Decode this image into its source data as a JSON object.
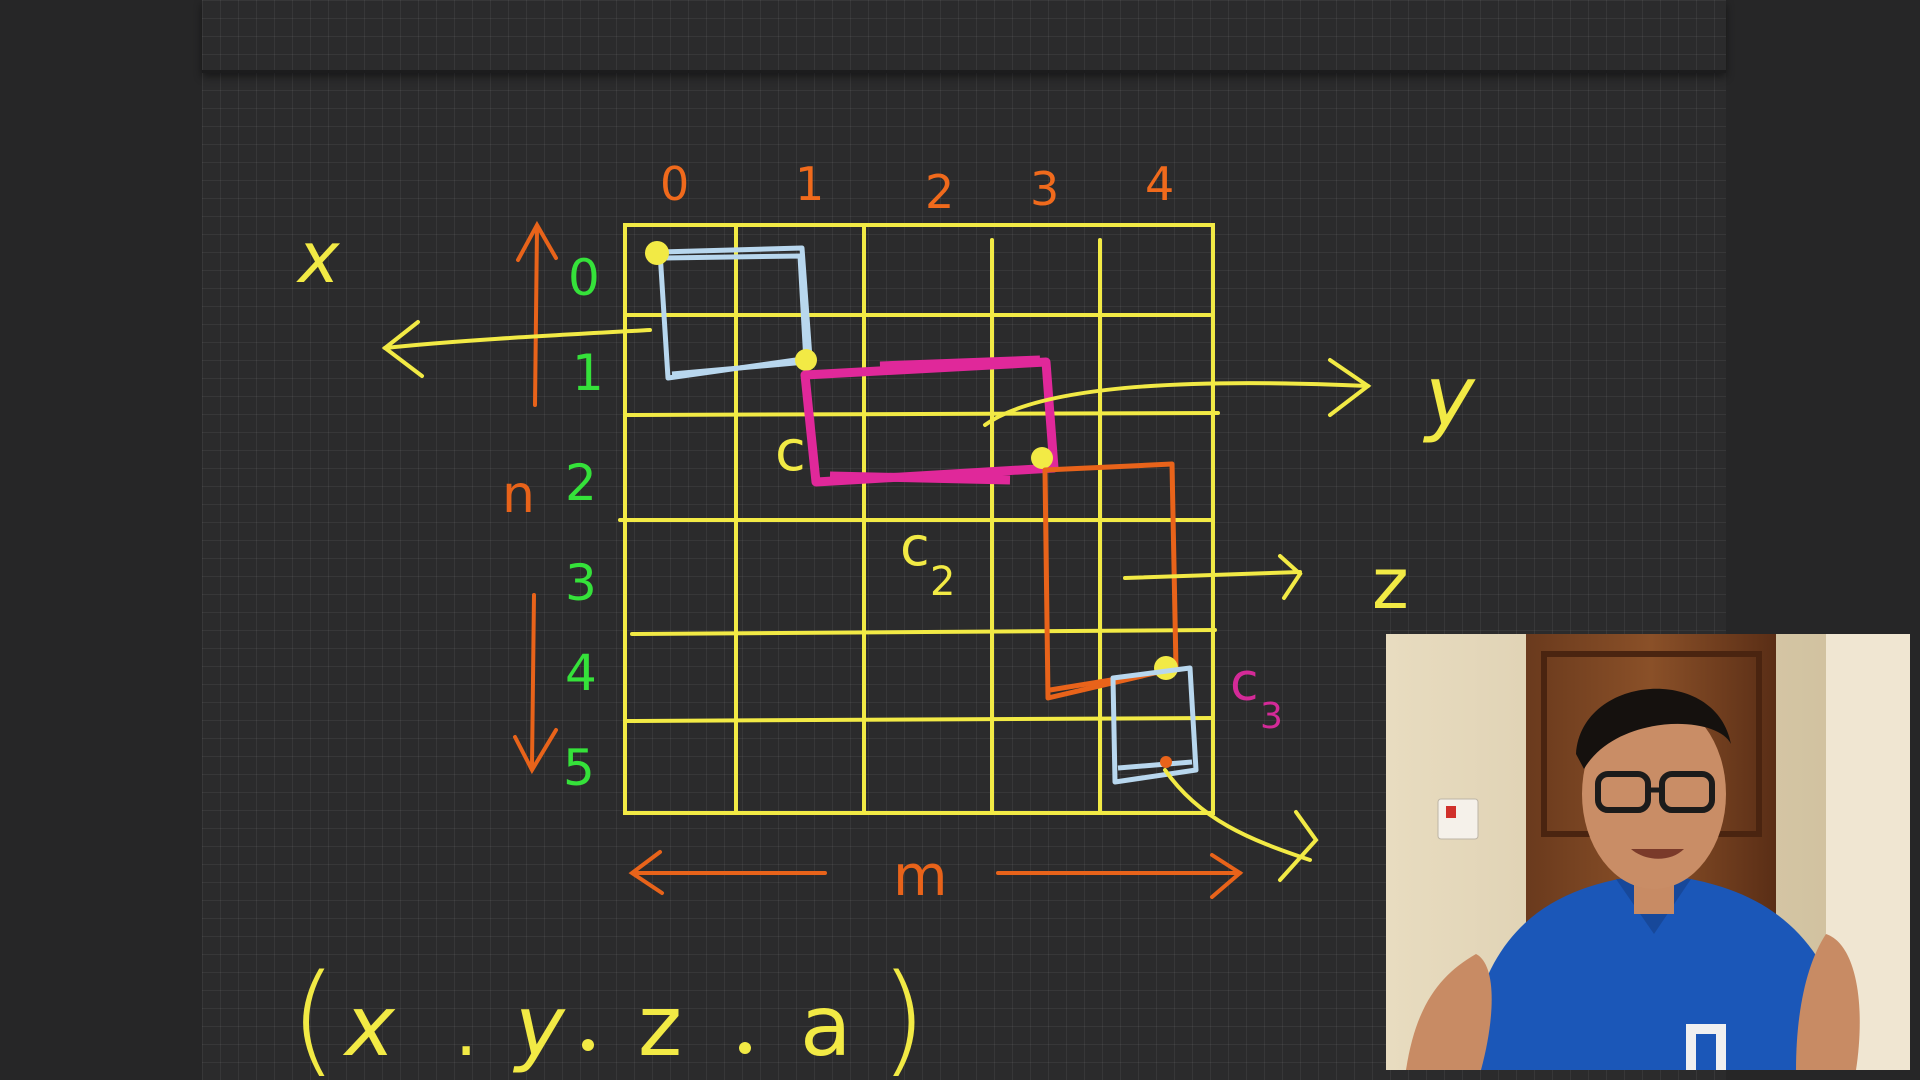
{
  "whiteboard": {
    "column_indices": [
      "0",
      "1",
      "2",
      "3",
      "4"
    ],
    "row_indices": [
      "0",
      "1",
      "2",
      "3",
      "4",
      "5"
    ],
    "labels": {
      "x": "x",
      "y": "y",
      "z": "z",
      "n": "n",
      "m": "m",
      "c_partial": "c",
      "c2": "c",
      "c2_sub": "2",
      "c3": "c",
      "c3_sub": "3"
    },
    "formula": {
      "open": "(",
      "x": "x",
      "dot1": ".",
      "y": "y",
      "z": "z",
      "a": "a",
      "close": ")"
    }
  },
  "colors": {
    "grid": "#f2ea45",
    "row_numbers": "#35e23a",
    "column_numbers": "#f06a1c",
    "box_blue": "#b8d7ee",
    "box_magenta": "#e0289a",
    "box_orange": "#e8631a",
    "c3_label": "#d42a98"
  },
  "webcam": {
    "icons": [
      "presenter-video"
    ]
  }
}
